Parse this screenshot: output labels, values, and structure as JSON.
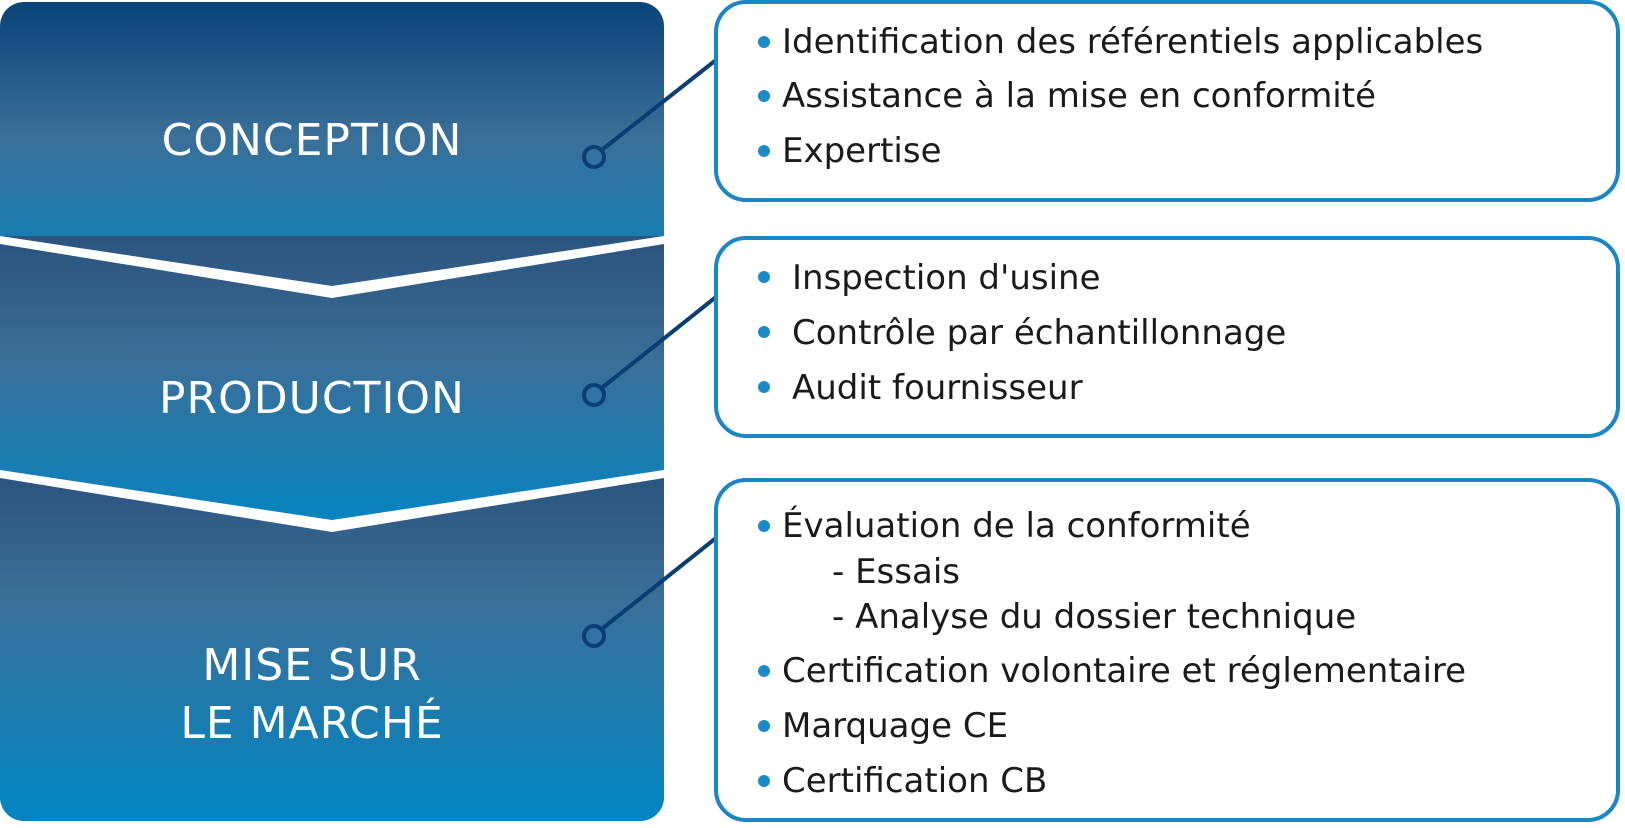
{
  "stages": [
    {
      "id": "conception",
      "label_lines": [
        "CONCEPTION"
      ],
      "items": [
        {
          "text": "Identification des référentiels applicables",
          "bullet": true
        },
        {
          "text": "Assistance à la mise en conformité",
          "bullet": true
        },
        {
          "text": "Expertise",
          "bullet": true
        }
      ]
    },
    {
      "id": "production",
      "label_lines": [
        "PRODUCTION"
      ],
      "items": [
        {
          "text": "Inspection d'usine",
          "bullet": true
        },
        {
          "text": "Contrôle par échantillonnage",
          "bullet": true
        },
        {
          "text": "Audit fournisseur",
          "bullet": true
        }
      ]
    },
    {
      "id": "mise-sur-le-marche",
      "label_lines": [
        "MISE SUR",
        "LE MARCHÉ"
      ],
      "items": [
        {
          "text": "Évaluation de la conformité",
          "bullet": true
        },
        {
          "text": "- Essais",
          "bullet": false
        },
        {
          "text": "- Analyse du dossier technique",
          "bullet": false
        },
        {
          "text": "Certification volontaire et réglementaire",
          "bullet": true
        },
        {
          "text": "Marquage CE",
          "bullet": true
        },
        {
          "text": "Certification CB",
          "bullet": true
        }
      ]
    }
  ],
  "colors": {
    "gradient_top": "#0a4378",
    "gradient_mid": "#3a6f98",
    "gradient_bottom": "#0086c3",
    "box_border": "#1a86c6",
    "connector": "#0a3d72",
    "bullet": "#1b8ac8"
  }
}
